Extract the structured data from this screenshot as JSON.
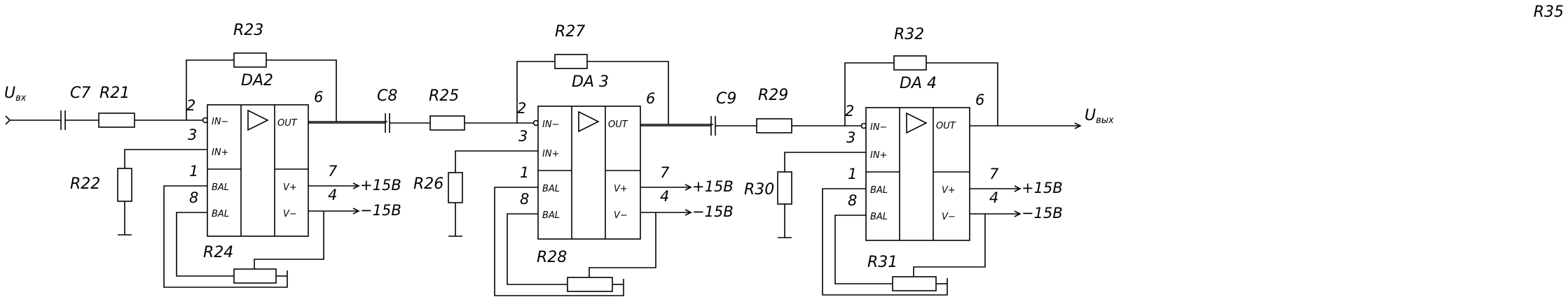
{
  "input_label": {
    "main": "U",
    "sub": "вх"
  },
  "output_label": {
    "main": "U",
    "sub": "вых"
  },
  "stray_label": "R35",
  "capacitors": [
    "C7",
    "C8",
    "C9"
  ],
  "stages": [
    {
      "chip": "DA2",
      "series_resistor": "R21",
      "ground_resistor": "R22",
      "feedback_resistor": "R23",
      "trim_resistor": "R24",
      "pins": {
        "in_minus": "IN−",
        "in_plus": "IN+",
        "out": "OUT",
        "bal": "BAL",
        "v_plus": "V+",
        "v_minus": "V−"
      },
      "pin_numbers": {
        "in_minus": "2",
        "in_plus": "3",
        "out": "6",
        "bal1": "1",
        "bal8": "8",
        "v_plus": "7",
        "v_minus": "4"
      },
      "supply_plus": "+15В",
      "supply_minus": "−15В"
    },
    {
      "chip": "DA 3",
      "series_resistor": "R25",
      "ground_resistor": "R26",
      "feedback_resistor": "R27",
      "trim_resistor": "R28",
      "pins": {
        "in_minus": "IN−",
        "in_plus": "IN+",
        "out": "OUT",
        "bal": "BAL",
        "v_plus": "V+",
        "v_minus": "V−"
      },
      "pin_numbers": {
        "in_minus": "2",
        "in_plus": "3",
        "out": "6",
        "bal1": "1",
        "bal8": "8",
        "v_plus": "7",
        "v_minus": "4"
      },
      "supply_plus": "+15В",
      "supply_minus": "−15В"
    },
    {
      "chip": "DA 4",
      "series_resistor": "R29",
      "ground_resistor": "R30",
      "feedback_resistor": "R32",
      "trim_resistor": "R31",
      "pins": {
        "in_minus": "IN−",
        "in_plus": "IN+",
        "out": "OUT",
        "bal": "BAL",
        "v_plus": "V+",
        "v_minus": "V−"
      },
      "pin_numbers": {
        "in_minus": "2",
        "in_plus": "3",
        "out": "6",
        "bal1": "1",
        "bal8": "8",
        "v_plus": "7",
        "v_minus": "4"
      },
      "supply_plus": "+15В",
      "supply_minus": "−15В"
    }
  ]
}
